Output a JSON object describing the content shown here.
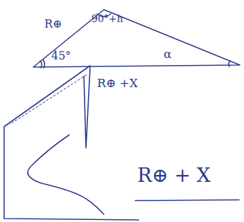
{
  "diagram": {
    "labels": [
      "R⊕",
      "90°+h",
      "45°",
      "α",
      "R⊕ +X",
      "R⊕ + X"
    ]
  }
}
